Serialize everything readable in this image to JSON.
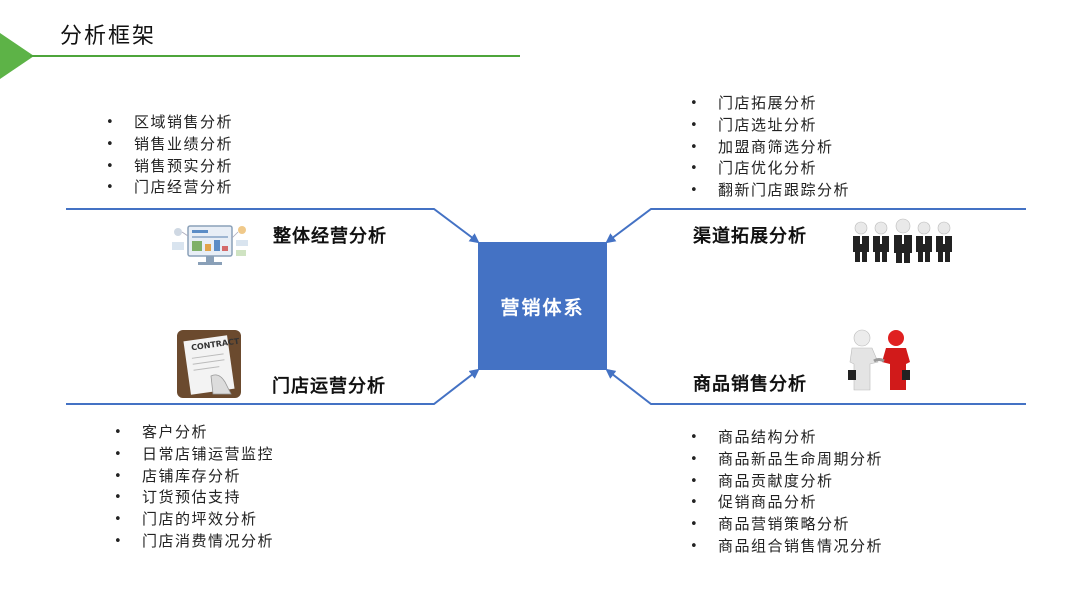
{
  "page": {
    "title": "分析框架"
  },
  "center": {
    "label": "营销体系"
  },
  "quadrants": {
    "top_left": {
      "heading": "整体经营分析",
      "icon": "dashboard-icon",
      "items": [
        "区域销售分析",
        "销售业绩分析",
        "销售预实分析",
        "门店经营分析"
      ]
    },
    "top_right": {
      "heading": "渠道拓展分析",
      "icon": "team-figures-icon",
      "items": [
        "门店拓展分析",
        "门店选址分析",
        "加盟商筛选分析",
        "门店优化分析",
        "翻新门店跟踪分析"
      ]
    },
    "bottom_left": {
      "heading": "门店运营分析",
      "icon": "contract-icon",
      "icon_text": "CONTRACT",
      "items": [
        "客户分析",
        "日常店铺运营监控",
        "店铺库存分析",
        "订货预估支持",
        "门店的坪效分析",
        "门店消费情况分析"
      ]
    },
    "bottom_right": {
      "heading": "商品销售分析",
      "icon": "handshake-icon",
      "items": [
        "商品结构分析",
        "商品新品生命周期分析",
        "商品贡献度分析",
        "促销商品分析",
        "商品营销策略分析",
        "商品组合销售情况分析"
      ]
    }
  },
  "colors": {
    "accent_green": "#5db347",
    "line_blue": "#4472c4",
    "box_blue": "#4472c4"
  }
}
